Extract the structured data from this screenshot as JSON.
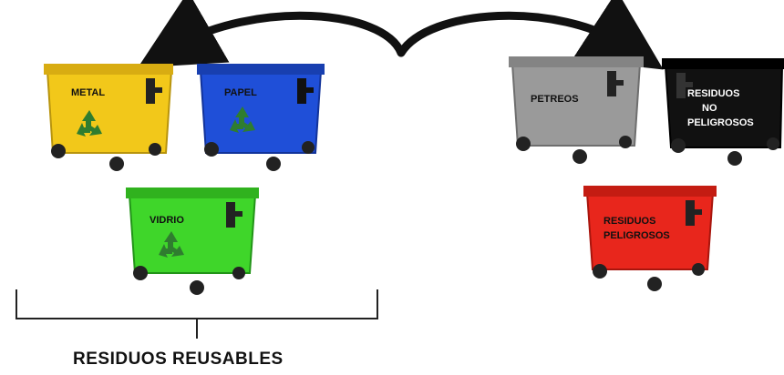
{
  "caption": "RESIDUOS REUSABLES",
  "bins": [
    {
      "id": "metal",
      "label_lines": [
        "METAL"
      ],
      "color": "#f2c81a",
      "recycle_symbol": true
    },
    {
      "id": "papel",
      "label_lines": [
        "PAPEL"
      ],
      "color": "#1f4fd8",
      "recycle_symbol": true
    },
    {
      "id": "vidrio",
      "label_lines": [
        "VIDRIO"
      ],
      "color": "#3fd62a",
      "recycle_symbol": true
    },
    {
      "id": "petreos",
      "label_lines": [
        "PETREOS"
      ],
      "color": "#9a9a9a",
      "recycle_symbol": false
    },
    {
      "id": "no-peligrosos",
      "label_lines": [
        "RESIDUOS",
        "NO",
        "PELIGROSOS"
      ],
      "color": "#111111",
      "recycle_symbol": false
    },
    {
      "id": "peligrosos",
      "label_lines": [
        "RESIDUOS",
        "PELIGROSOS"
      ],
      "color": "#e8261c",
      "recycle_symbol": false
    }
  ],
  "icons": {
    "arrow": "curved-arrow-icon",
    "recycle": "recycle-icon",
    "handle": "bin-handle-icon",
    "wheel": "wheel-icon"
  }
}
